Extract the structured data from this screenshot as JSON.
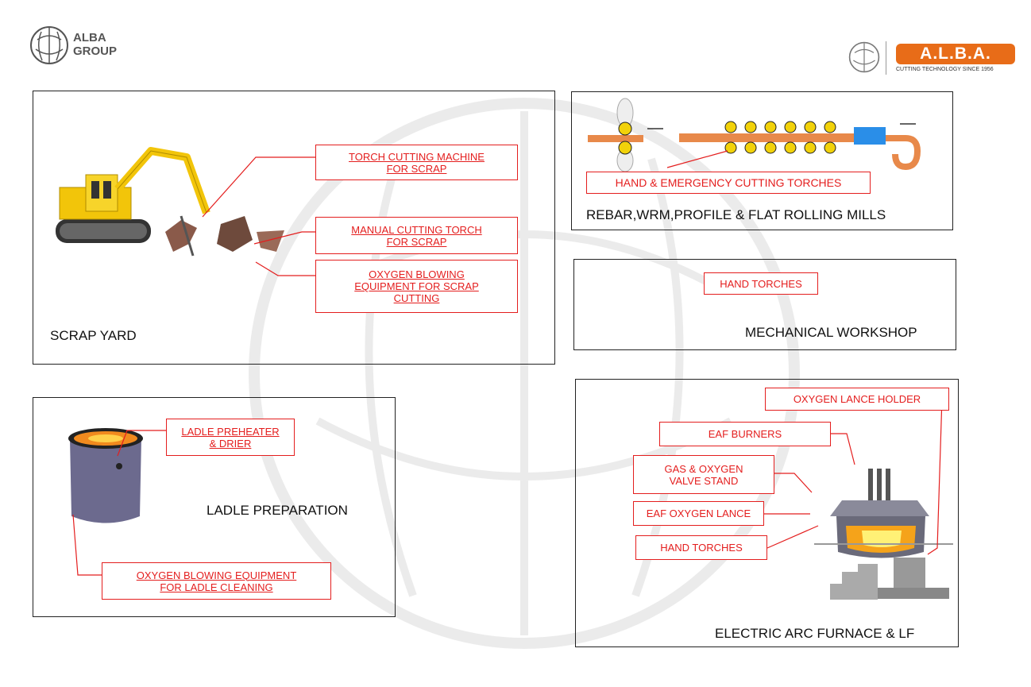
{
  "header": {
    "left_logo": {
      "line1": "ALBA",
      "line2": "GROUP"
    },
    "right_logo": {
      "badge": "A.L.B.A.",
      "tagline": "CUTTING TECHNOLOGY SINCE 1956"
    }
  },
  "colors": {
    "label_red": "#e41e1e",
    "brand_orange": "#e86c18",
    "panel_border": "#222222"
  },
  "panels": {
    "scrap_yard": {
      "caption": "SCRAP YARD",
      "labels": {
        "torch_machine": [
          "TORCH CUTTING MACHINE",
          "FOR SCRAP"
        ],
        "manual_torch": [
          "MANUAL CUTTING TORCH",
          "FOR SCRAP"
        ],
        "oxygen_blowing": [
          "OXYGEN BLOWING",
          "EQUIPMENT FOR SCRAP",
          "CUTTING"
        ]
      }
    },
    "rolling_mills": {
      "caption": "REBAR,WRM,PROFILE & FLAT ROLLING MILLS",
      "labels": {
        "hand_emergency": "HAND & EMERGENCY CUTTING TORCHES"
      }
    },
    "workshop": {
      "caption": "MECHANICAL WORKSHOP",
      "labels": {
        "hand_torches": "HAND TORCHES"
      }
    },
    "ladle": {
      "caption": "LADLE PREPARATION",
      "labels": {
        "preheater": [
          "LADLE PREHEATER",
          "& DRIER"
        ],
        "ladle_cleaning": [
          "OXYGEN BLOWING EQUIPMENT",
          "FOR LADLE CLEANING"
        ]
      }
    },
    "eaf": {
      "caption": "ELECTRIC ARC FURNACE & LF",
      "labels": {
        "lance_holder": "OXYGEN LANCE HOLDER",
        "eaf_burners": "EAF BURNERS",
        "valve_stand": [
          "GAS & OXYGEN",
          "VALVE STAND"
        ],
        "oxygen_lance": "EAF OXYGEN LANCE",
        "hand_torches": "HAND TORCHES"
      }
    }
  }
}
